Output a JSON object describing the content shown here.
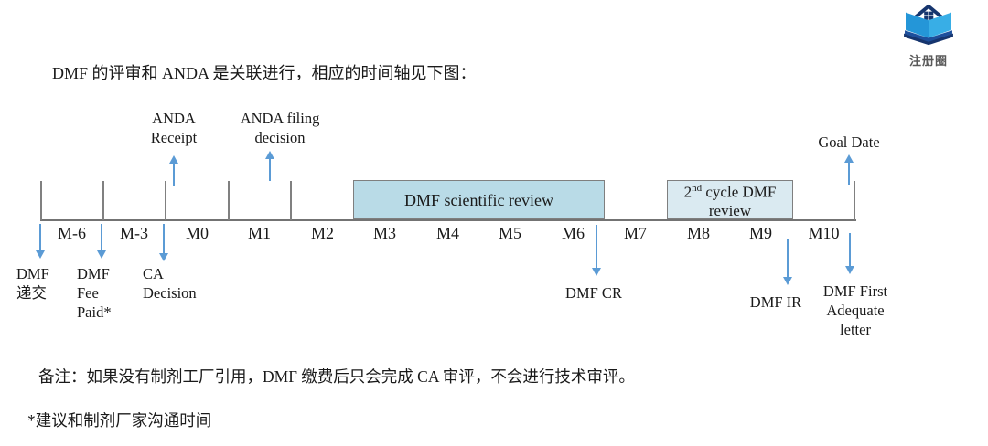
{
  "logo": {
    "text": "注册圈",
    "icon": "book-house-logo"
  },
  "title": "DMF 的评审和 ANDA 是关联进行，相应的时间轴见下图：",
  "colors": {
    "arrow_blue": "#5b9bd5",
    "scientific_review_box": "#b9dbe7",
    "second_cycle_box": "#daeaf1",
    "timeline_line": "#7f7f7f"
  },
  "timeline": {
    "months": [
      "M-6",
      "M-3",
      "M0",
      "M1",
      "M2",
      "M3",
      "M4",
      "M5",
      "M6",
      "M7",
      "M8",
      "M9",
      "M10"
    ],
    "box1": {
      "label": "DMF scientific review",
      "span": "M3-M6"
    },
    "box2": {
      "num": "2",
      "sup": "nd",
      "rest": " cycle DMF",
      "line2": "review",
      "span": "M8-M9"
    },
    "events_above": {
      "anda_receipt": {
        "line1": "ANDA",
        "line2": "Receipt"
      },
      "anda_filing": {
        "line1": "ANDA filing",
        "line2": "decision"
      },
      "goal_date": {
        "label": "Goal Date"
      }
    },
    "events_below": {
      "dmf_submission": {
        "line1": "DMF",
        "line2": "递交"
      },
      "dmf_fee": {
        "line1": "DMF",
        "line2": "Fee",
        "line3": "Paid*"
      },
      "ca_decision": {
        "line1": "CA",
        "line2": "Decision"
      },
      "dmf_cr": {
        "label": "DMF CR"
      },
      "dmf_ir": {
        "label": "DMF IR"
      },
      "dmf_first_adequate": {
        "line1": "DMF First",
        "line2": "Adequate",
        "line3": "letter"
      }
    }
  },
  "notes": {
    "remark": "备注：如果没有制剂工厂引用，DMF 缴费后只会完成 CA 审评，不会进行技术审评。",
    "footnote": "*建议和制剂厂家沟通时间"
  }
}
